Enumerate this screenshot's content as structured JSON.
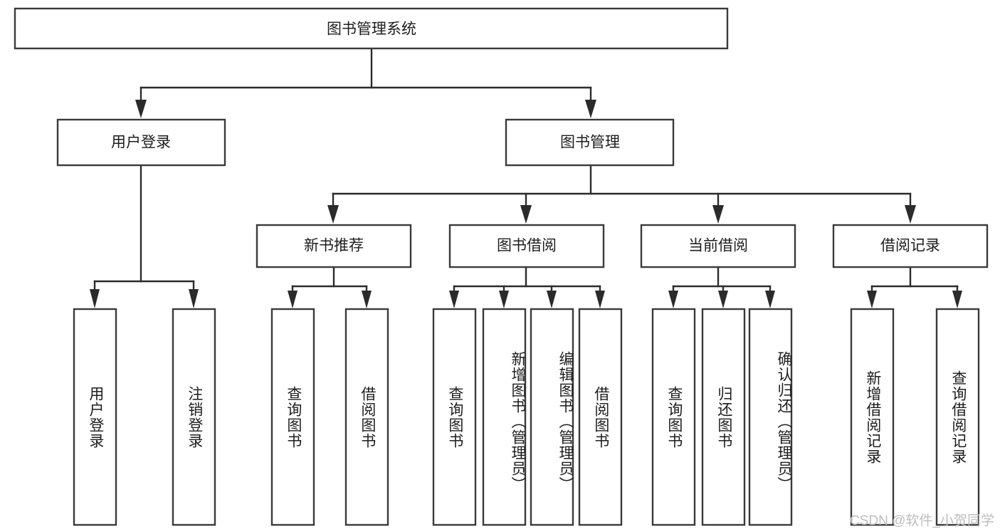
{
  "diagram": {
    "title": "图书管理系统",
    "watermark": "CSDN @软件_小贺同学",
    "colors": {
      "background": "#ffffff",
      "box_stroke": "#3a3a3a",
      "connector": "#2b2b2b",
      "text": "#1d1d1d",
      "watermark": "#bdbdbd"
    },
    "levels": {
      "root": {
        "label": "图书管理系统"
      },
      "level2": [
        {
          "label": "用户登录"
        },
        {
          "label": "图书管理"
        }
      ],
      "level3": [
        {
          "label": "新书推荐"
        },
        {
          "label": "图书借阅"
        },
        {
          "label": "当前借阅"
        },
        {
          "label": "借阅记录"
        }
      ],
      "leaves": {
        "user_login": [
          {
            "label": "用户登录"
          },
          {
            "label": "注销登录"
          }
        ],
        "new_book_recommend": [
          {
            "label": "查询图书"
          },
          {
            "label": "借阅图书"
          }
        ],
        "book_borrow": [
          {
            "label": "查询图书"
          },
          {
            "label": "新增图书（管理员）"
          },
          {
            "label": "编辑图书（管理员）"
          },
          {
            "label": "借阅图书"
          }
        ],
        "current_borrow": [
          {
            "label": "查询图书"
          },
          {
            "label": "归还图书"
          },
          {
            "label": "确认归还（管理员）"
          }
        ],
        "borrow_record": [
          {
            "label": "新增借阅记录"
          },
          {
            "label": "查询借阅记录"
          }
        ]
      }
    }
  }
}
